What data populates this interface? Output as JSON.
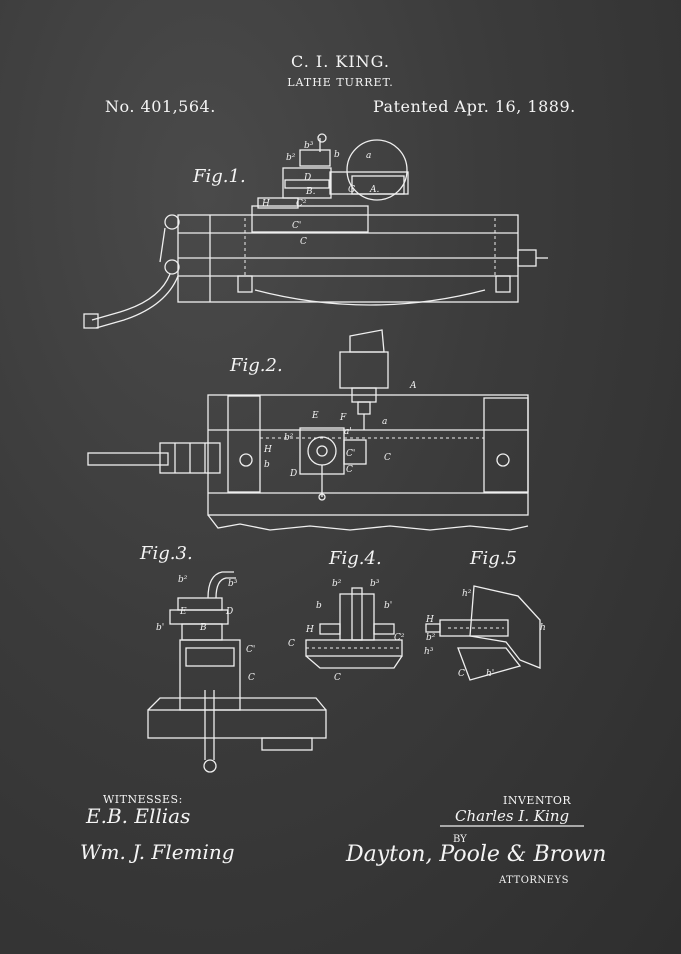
{
  "header": {
    "title": "C. I. KING.",
    "subtitle": "LATHE TURRET.",
    "patent_number": "No. 401,564.",
    "patent_date": "Patented Apr. 16, 1889."
  },
  "figures": {
    "fig1": "Fig.1.",
    "fig2": "Fig.2.",
    "fig3": "Fig.3.",
    "fig4": "Fig.4.",
    "fig5": "Fig.5"
  },
  "footer": {
    "witnesses_label": "WITNESSES:",
    "witness_1": "E.B. Ellias",
    "witness_2": "Wm. J. Fleming",
    "inventor_label": "INVENTOR",
    "inventor_name": "Charles I. King",
    "by_label": "BY",
    "attorneys_name": "Dayton, Poole & Brown",
    "attorneys_label": "ATTORNEYS"
  },
  "colors": {
    "background": "#3a3a3a",
    "line": "#efefef"
  }
}
